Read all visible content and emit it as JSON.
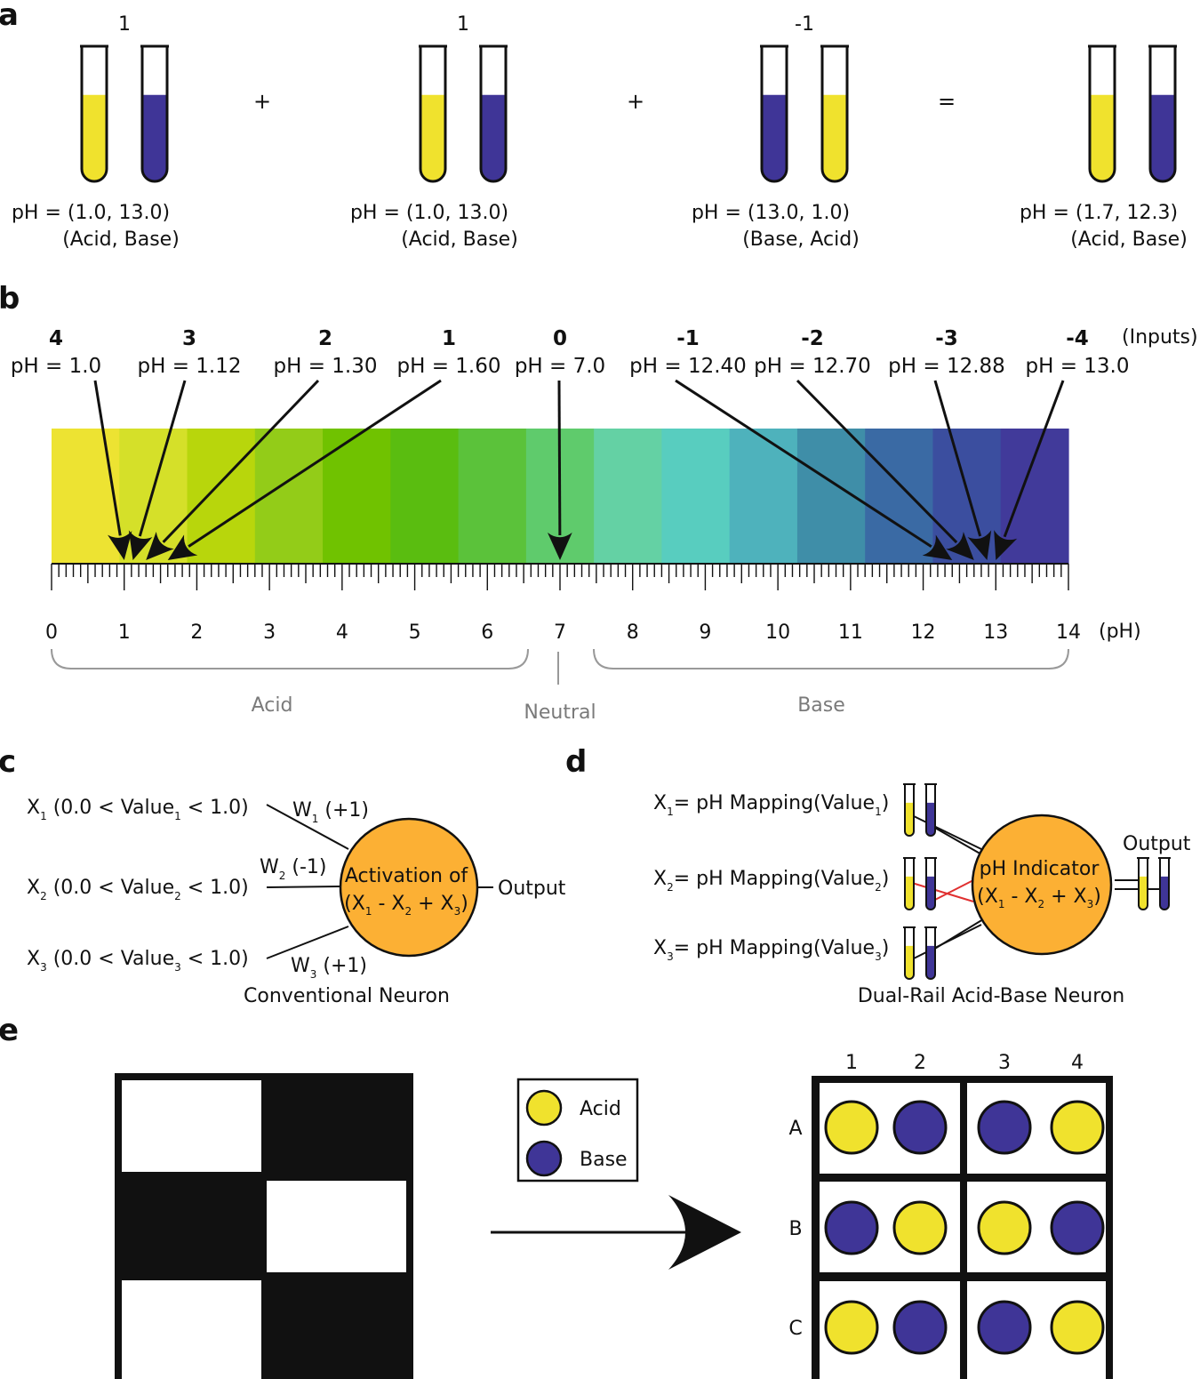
{
  "panel_labels": {
    "a": "a",
    "b": "b",
    "c": "c",
    "d": "d",
    "e": "e"
  },
  "colors": {
    "acid": "#f0e22d",
    "base": "#3f3597",
    "orange": "#fcb034",
    "black": "#111111",
    "red": "#e03030",
    "gray": "#999999"
  },
  "panel_a": {
    "groups": [
      {
        "weight": "1",
        "tubes": [
          "acid",
          "base"
        ],
        "ph": "pH = (1.0, 13.0)",
        "order": "(Acid, Base)"
      },
      {
        "weight": "1",
        "tubes": [
          "acid",
          "base"
        ],
        "ph": "pH = (1.0, 13.0)",
        "order": "(Acid, Base)"
      },
      {
        "weight": "-1",
        "tubes": [
          "base",
          "acid"
        ],
        "ph": "pH = (13.0, 1.0)",
        "order": "(Base, Acid)"
      },
      {
        "weight": "",
        "tubes": [
          "acid",
          "base"
        ],
        "ph": "pH = (1.7, 12.3)",
        "order": "(Acid, Base)"
      }
    ],
    "operators": [
      "+",
      "+",
      "="
    ]
  },
  "panel_b": {
    "inputs_label": "(Inputs)",
    "axis_unit": "(pH)",
    "ticks": [
      "0",
      "1",
      "2",
      "3",
      "4",
      "5",
      "6",
      "7",
      "8",
      "9",
      "10",
      "11",
      "12",
      "13",
      "14"
    ],
    "inputs": [
      {
        "input": "4",
        "ph_text": "pH = 1.0",
        "ph": 1.0
      },
      {
        "input": "3",
        "ph_text": "pH = 1.12",
        "ph": 1.12
      },
      {
        "input": "2",
        "ph_text": "pH = 1.30",
        "ph": 1.3
      },
      {
        "input": "1",
        "ph_text": "pH = 1.60",
        "ph": 1.6
      },
      {
        "input": "0",
        "ph_text": "pH = 7.0",
        "ph": 7.0
      },
      {
        "input": "-1",
        "ph_text": "pH = 12.40",
        "ph": 12.4
      },
      {
        "input": "-2",
        "ph_text": "pH = 12.70",
        "ph": 12.7
      },
      {
        "input": "-3",
        "ph_text": "pH = 12.88",
        "ph": 12.88
      },
      {
        "input": "-4",
        "ph_text": "pH = 13.0",
        "ph": 13.0
      }
    ],
    "colorbar": [
      "#ede332",
      "#d5e029",
      "#b8d60c",
      "#93cc18",
      "#70c200",
      "#5abd10",
      "#5bc23a",
      "#5fcb6c",
      "#64d1a4",
      "#58cdbf",
      "#4eb2bc",
      "#3f8ea8",
      "#3a6aa4",
      "#3b4e9f",
      "#413a9a"
    ],
    "regions": {
      "acid": "Acid",
      "neutral": "Neutral",
      "base": "Base"
    }
  },
  "panel_c": {
    "inputs": [
      {
        "x": "X",
        "sub": "1",
        "open": " (0.0 < Value",
        "vsub": "1",
        "close": " < 1.0)"
      },
      {
        "x": "X",
        "sub": "2",
        "open": " (0.0 < Value",
        "vsub": "2",
        "close": " < 1.0)"
      },
      {
        "x": "X",
        "sub": "3",
        "open": " (0.0 < Value",
        "vsub": "3",
        "close": " < 1.0)"
      }
    ],
    "weights": [
      {
        "w": "W",
        "sub": "1",
        "val": " (+1)"
      },
      {
        "w": "W",
        "sub": "2",
        "val": " (-1)"
      },
      {
        "w": "W",
        "sub": "3",
        "val": " (+1)"
      }
    ],
    "neuron_line1": "Activation of",
    "output": "Output",
    "caption": "Conventional Neuron"
  },
  "panel_d": {
    "inputs": [
      {
        "x": "X",
        "sub": "1",
        "text": "= pH Mapping(Value",
        "vsub": "1",
        "close": ")"
      },
      {
        "x": "X",
        "sub": "2",
        "text": "= pH Mapping(Value",
        "vsub": "2",
        "close": ")"
      },
      {
        "x": "X",
        "sub": "3",
        "text": "= pH Mapping(Value",
        "vsub": "3",
        "close": ")"
      }
    ],
    "neuron_line1": "pH Indicator",
    "output": "Output",
    "caption": "Dual-Rail Acid-Base Neuron"
  },
  "panel_e": {
    "image_cells": [
      [
        "white",
        "black"
      ],
      [
        "black",
        "white"
      ],
      [
        "white",
        "black"
      ]
    ],
    "legend": [
      {
        "kind": "acid",
        "label": "Acid"
      },
      {
        "kind": "base",
        "label": "Base"
      }
    ],
    "columns": [
      "1",
      "2",
      "3",
      "4"
    ],
    "rows": [
      "A",
      "B",
      "C"
    ],
    "wells": [
      [
        "acid",
        "base",
        "base",
        "acid"
      ],
      [
        "base",
        "acid",
        "acid",
        "base"
      ],
      [
        "acid",
        "base",
        "base",
        "acid"
      ]
    ]
  }
}
